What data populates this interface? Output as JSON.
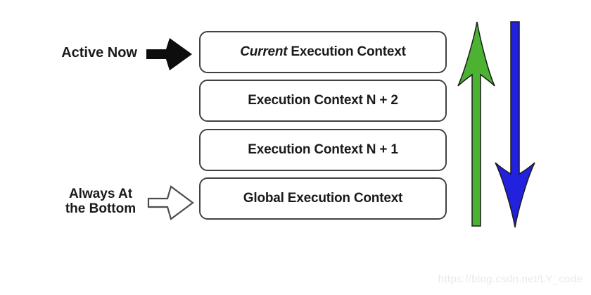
{
  "stack": {
    "boxes": [
      {
        "italic": "Current",
        "label": "Execution Context"
      },
      {
        "italic": "",
        "label": "Execution Context N + 2"
      },
      {
        "italic": "",
        "label": "Execution Context N + 1"
      },
      {
        "italic": "",
        "label": "Global Execution Context"
      }
    ]
  },
  "annotations": {
    "active_now": "Active Now",
    "always_line1": "Always At",
    "always_line2": "the Bottom"
  },
  "icons": {
    "active_arrow": "black-solid-right-arrow",
    "bottom_arrow": "white-outline-right-arrow",
    "pop_arrow": "green-up-arrow",
    "push_arrow": "blue-down-arrow"
  },
  "colors": {
    "pop_arrow_green": "#4CB332",
    "push_arrow_blue": "#2121DE",
    "arrow_outline": "#1a1a1a",
    "box_border": "#414141",
    "text": "#1a1a1a",
    "watermark": "#e9e9eb"
  },
  "watermark": "https://blog.csdn.net/LY_code"
}
